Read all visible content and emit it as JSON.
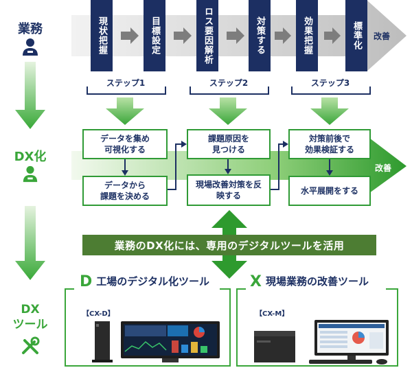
{
  "lanes": {
    "business": "業務",
    "dx": "DX化",
    "tool_line1": "DX",
    "tool_line2": "ツール"
  },
  "steps_top": [
    "現状把握",
    "目標設定",
    "ロス要因解析",
    "対策する",
    "効果把握",
    "標準化"
  ],
  "kaizen_top": "改善",
  "kaizen_mid": "改善",
  "step_labels": [
    "ステップ1",
    "ステップ2",
    "ステップ3"
  ],
  "boxes": {
    "b1_top": "データを集め\n可視化する",
    "b1_bottom": "データから\n課題を決める",
    "b2_top": "課題原因を\n見つける",
    "b2_bottom": "現場改善対策を反\n映する",
    "b3_top": "対策前後で\n効果検証する",
    "b3_bottom": "水平展開をする"
  },
  "banner": "業務のDX化には、専用のデジタルツールを活用",
  "tools": {
    "d_letter": "D",
    "d_title": "工場のデジタル化ツール",
    "d_tag": "【CX-D】",
    "x_letter": "X",
    "x_title": "現場業務の改善ツール",
    "x_tag": "【CX-M】"
  },
  "colors": {
    "navy": "#1c2f62",
    "green": "#3aa63a",
    "banner_green": "#4d7d33"
  }
}
